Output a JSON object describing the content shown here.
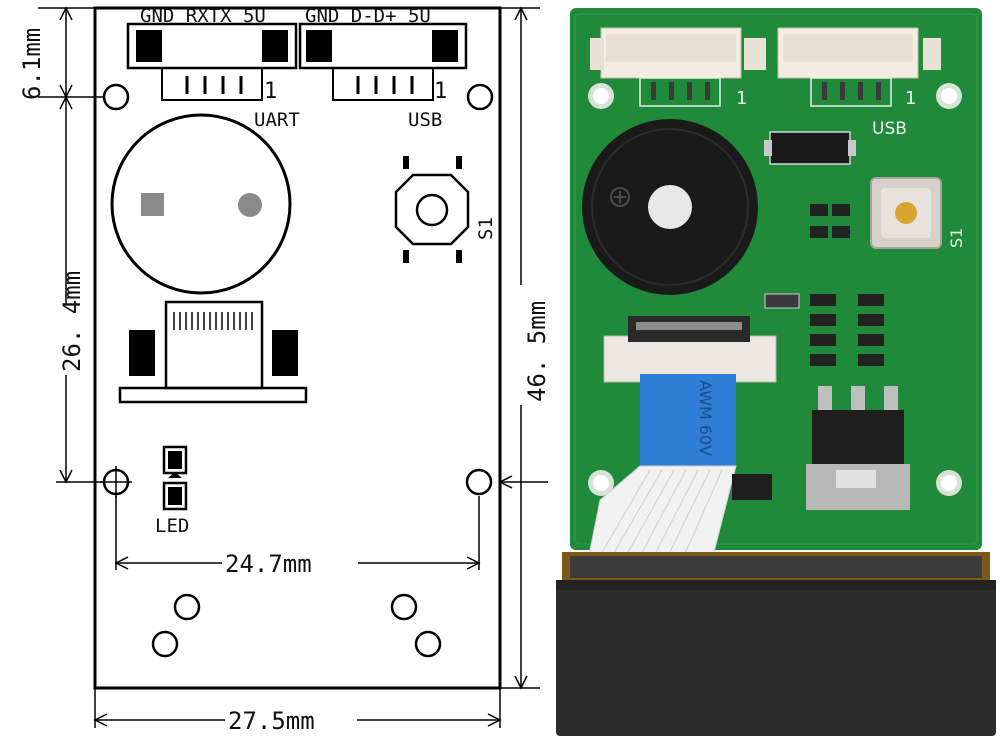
{
  "drawing": {
    "dim_top_margin": "6.1mm",
    "dim_hole_spacing_v": "26. 4mm",
    "dim_height": "46. 5mm",
    "dim_hole_spacing_h": "24.7mm",
    "dim_width": "27.5mm",
    "uart_pins": "GND RXTX 5U",
    "usb_pins": "GND D-D+ 5U",
    "uart_label": "UART",
    "usb_label": "USB",
    "pin1_uart": "1",
    "pin1_usb": "1",
    "switch_label": "S1",
    "led_label": "LED"
  },
  "photo": {
    "usb_silk": "USB",
    "switch_silk": "S1",
    "pin1_left": "1",
    "pin1_right": "1",
    "cable_text": "AWM 60V"
  },
  "colors": {
    "pcb_green": "#1f8a3a",
    "pcb_dark": "#156b2c",
    "scanner_black": "#2b2b2b",
    "cable_blue": "#2f7fd6",
    "connector_white": "#f2ece2"
  }
}
